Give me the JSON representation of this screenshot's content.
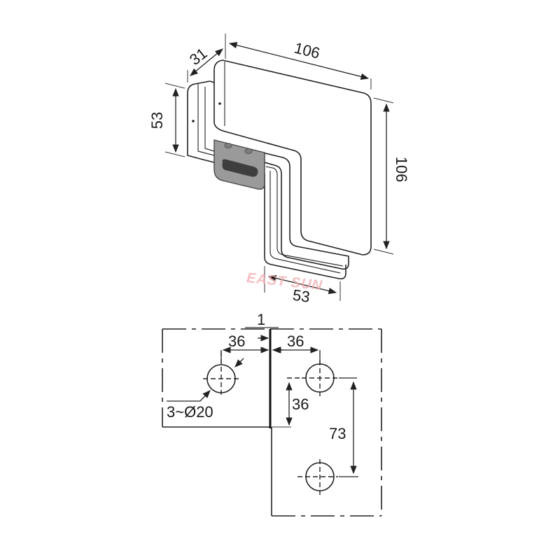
{
  "watermark": "EAST SUN",
  "colors": {
    "line": "#222222",
    "clamp_plate": "#9a9a9a",
    "clamp_slot": "#4a4a4a",
    "watermark": "#f2a9ad"
  },
  "iso_view": {
    "dims": {
      "depth": "31",
      "top_width": "106",
      "left_height": "53",
      "right_height": "106",
      "bottom_width": "53"
    }
  },
  "plan_view": {
    "gap_label": "1",
    "dims": {
      "left_hole_offset": "36",
      "right_hole_offset": "36",
      "vertical_offset": "36",
      "hole_spacing": "73",
      "hole_callout": "3~Ø20"
    }
  }
}
